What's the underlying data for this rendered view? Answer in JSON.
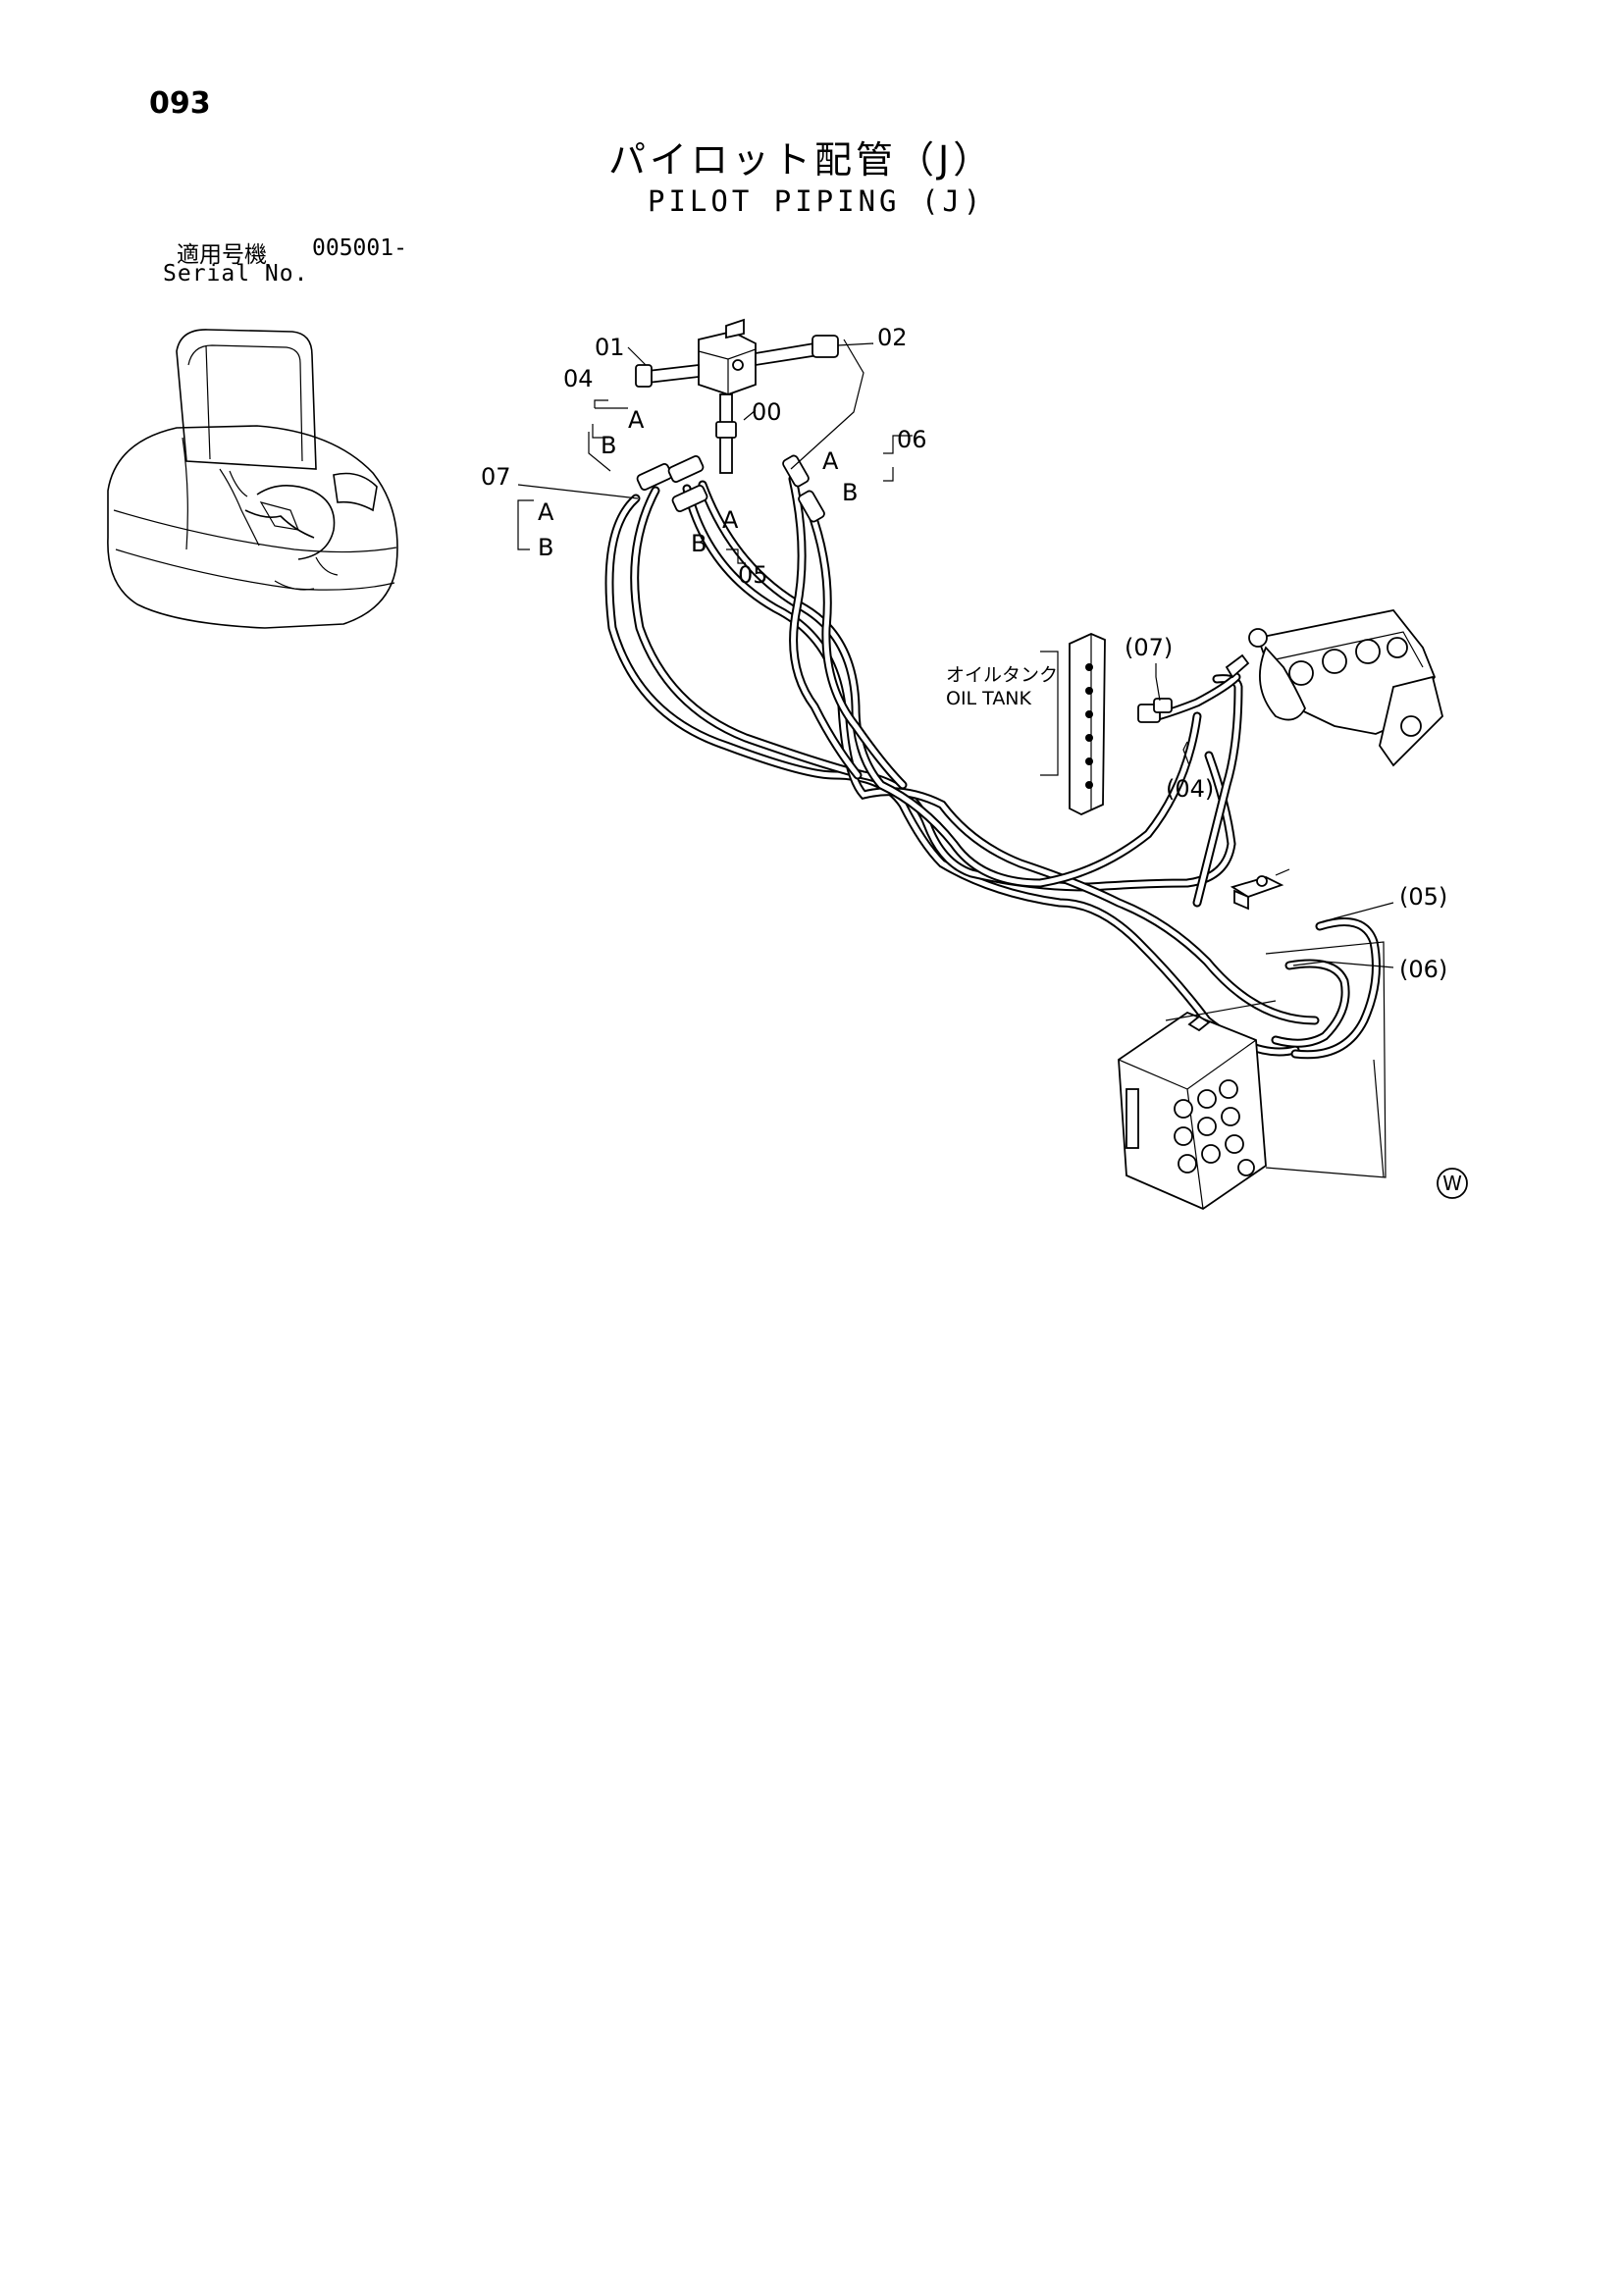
{
  "header": {
    "page_number": "093",
    "title_jp": "パイロット配管（J）",
    "title_en": "PILOT PIPING (J)"
  },
  "serial": {
    "label_jp": "適用号機",
    "label_en": "Serial No.",
    "value": "005001-"
  },
  "callouts": {
    "c00": "00",
    "c01": "01",
    "c02": "02",
    "c04": "04",
    "c05": "05",
    "c06": "06",
    "c07": "07",
    "c04p": "(04)",
    "c05p": "(05)",
    "c06p": "(06)",
    "c07p": "(07)",
    "a": "A",
    "b": "B"
  },
  "oil_tank": {
    "label_jp": "オイルタンク",
    "label_en": "OIL TANK"
  },
  "spec_mark": "W"
}
